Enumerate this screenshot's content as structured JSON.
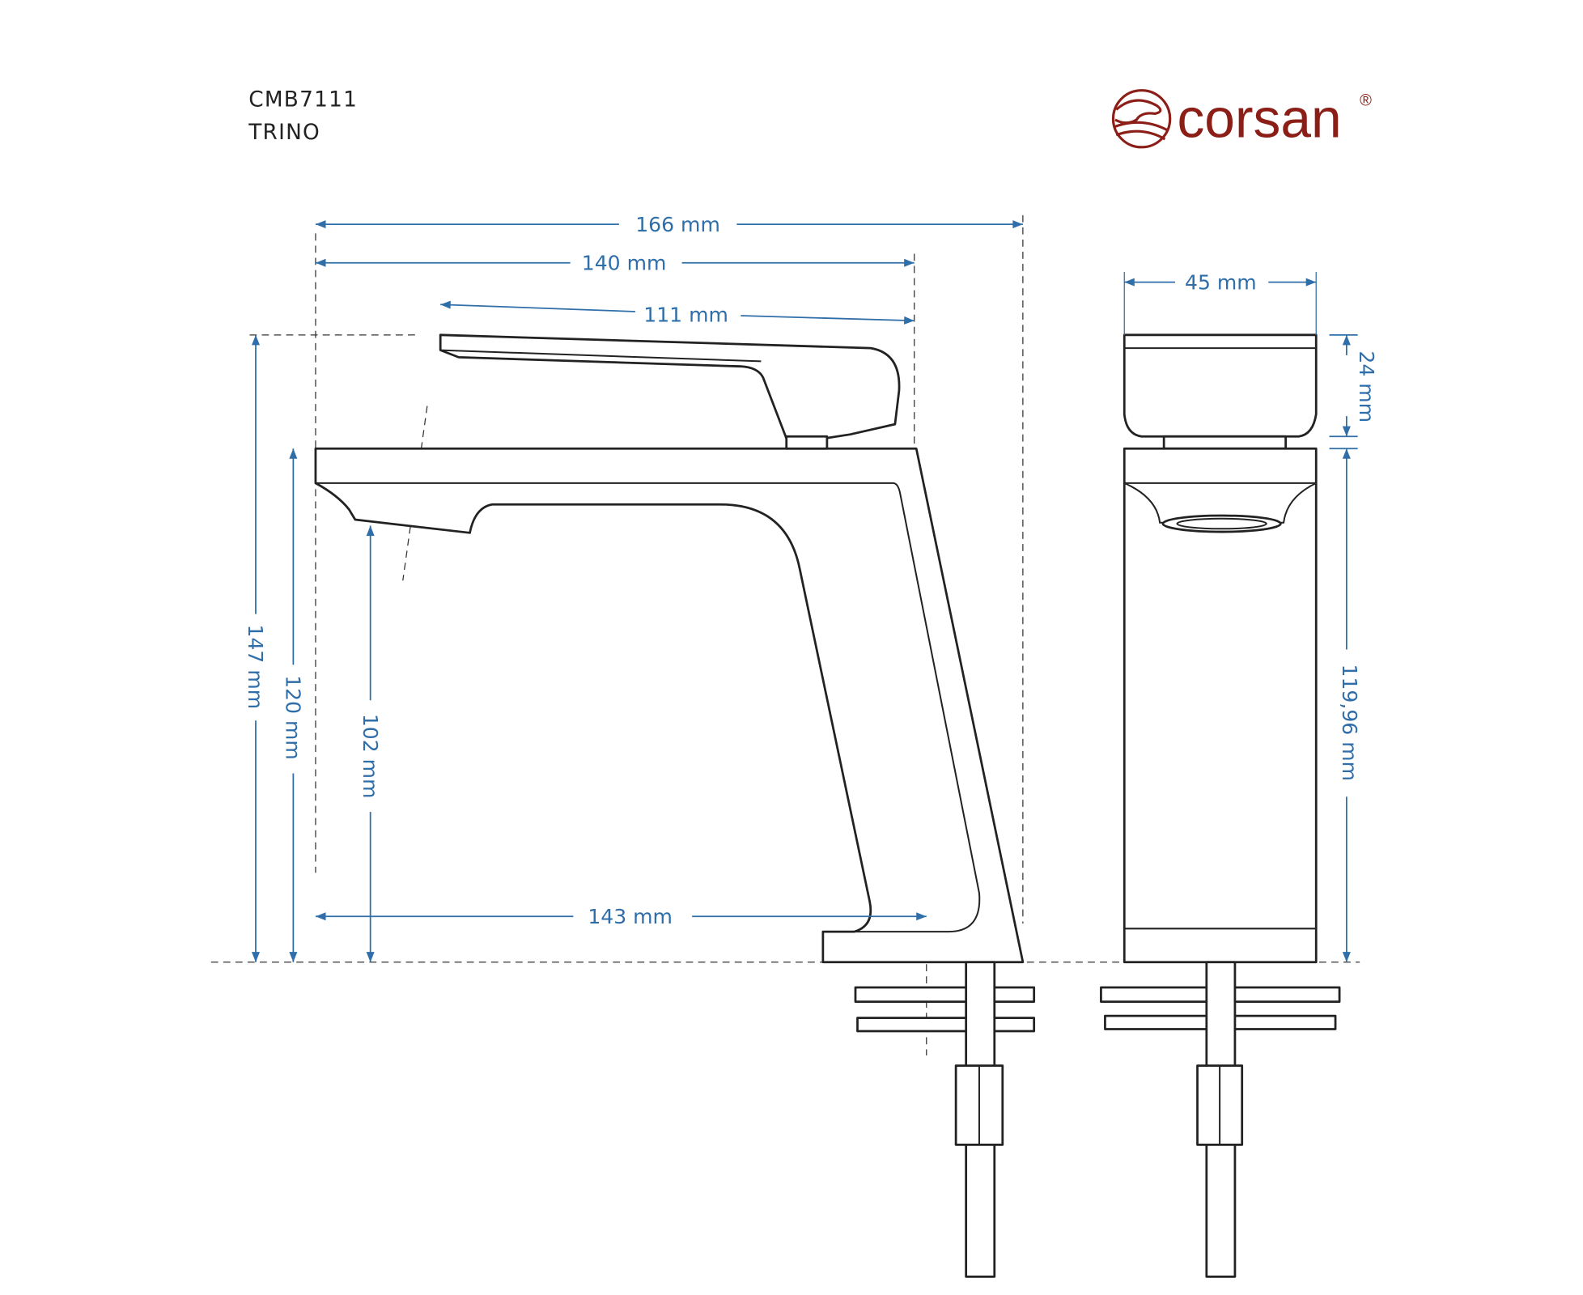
{
  "header": {
    "model_code": "CMB7111",
    "model_name": "TRINO"
  },
  "logo": {
    "brand": "corsan",
    "registered": "®",
    "color": "#8b1e16"
  },
  "dimension_color": "#2f6ea8",
  "dimensions": {
    "overall_width": "166 mm",
    "spout_reach_total": "140 mm",
    "handle_length": "111 mm",
    "side_width": "45 mm",
    "handle_height": "24 mm",
    "side_body_height": "119,96 mm",
    "total_height": "147 mm",
    "body_height": "120 mm",
    "spout_height": "102 mm",
    "spout_reach": "143 mm"
  }
}
